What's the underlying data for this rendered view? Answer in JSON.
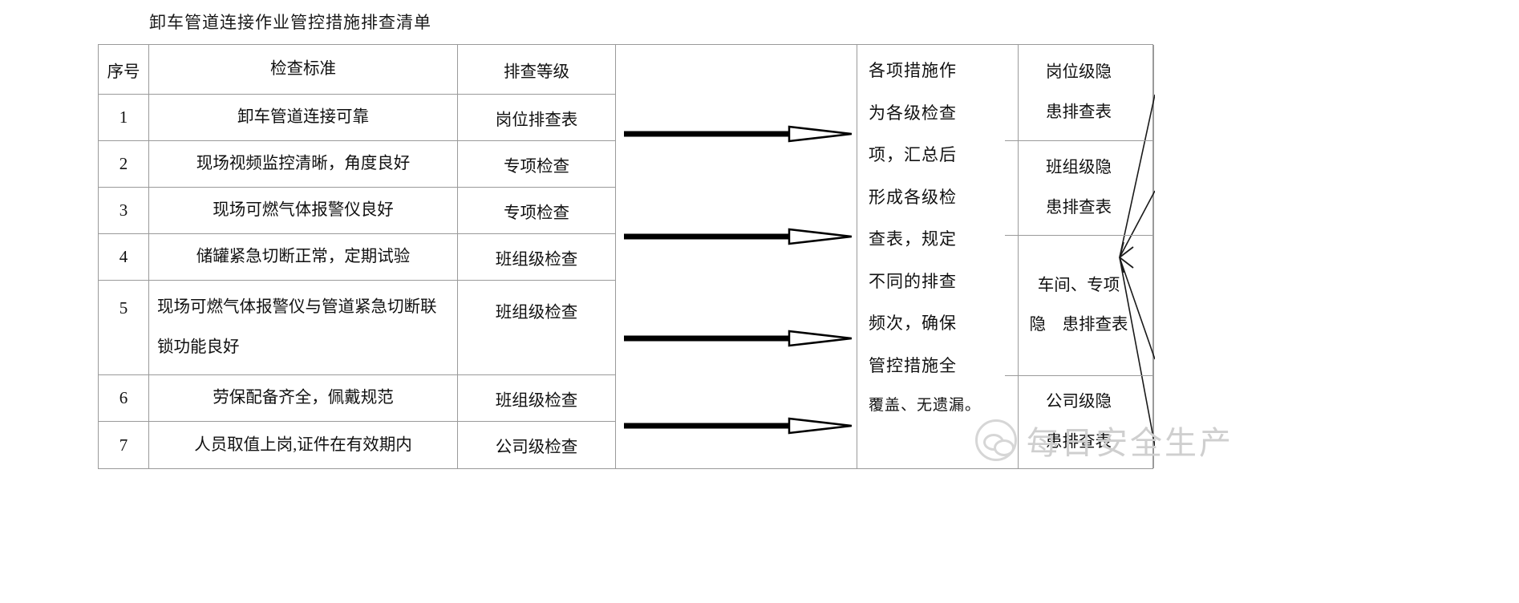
{
  "document": {
    "title": "卸车管道连接作业管控措施排查清单"
  },
  "table": {
    "headers": [
      "序号",
      "检查标准",
      "排查等级"
    ],
    "rows": [
      {
        "no": "1",
        "standard": "卸车管道连接可靠",
        "level": "岗位排查表"
      },
      {
        "no": "2",
        "standard": "现场视频监控清晰，角度良好",
        "level": "专项检查"
      },
      {
        "no": "3",
        "standard": "现场可燃气体报警仪良好",
        "level": "专项检查"
      },
      {
        "no": "4",
        "standard": "储罐紧急切断正常，定期试验",
        "level": "班组级检查"
      },
      {
        "no": "5",
        "standard": "现场可燃气体报警仪与管道紧急切断联锁功能良好",
        "level": "班组级检查"
      },
      {
        "no": "6",
        "standard": "劳保配备齐全，佩戴规范",
        "level": "班组级检查"
      },
      {
        "no": "7",
        "standard": "人员取值上岗,证件在有效期内",
        "level": "公司级检查"
      }
    ]
  },
  "arrows": {
    "icon": "arrow-right-icon",
    "count": 4
  },
  "center_note": {
    "full_text": "各项措施作为各级检查项，汇总后形成各级检查表，规定不同的排查频次，确保管控措施全覆盖、无遗漏。",
    "lines": [
      "各项措施作",
      "为各级检查",
      "项，汇总后",
      "形成各级检",
      "查表，规定",
      "不同的排查",
      "频次，确保",
      "管控措施全",
      "覆盖、无遗漏。"
    ]
  },
  "fan": {
    "icon": "fan-converging-arrows-icon",
    "line_count": 4
  },
  "outputs": [
    {
      "text": "岗位级隐\n患排查表"
    },
    {
      "text": "班组级隐\n患排查表"
    },
    {
      "text": "车间、专项\n隐　患排查表"
    },
    {
      "text": "公司级隐\n患排查表"
    }
  ],
  "watermark": {
    "icon": "wechat-icon",
    "label": "每日安全生产"
  },
  "colors": {
    "border": "#9a9a9a",
    "text": "#111111",
    "background": "#ffffff",
    "watermark": "#cfcfcf"
  }
}
